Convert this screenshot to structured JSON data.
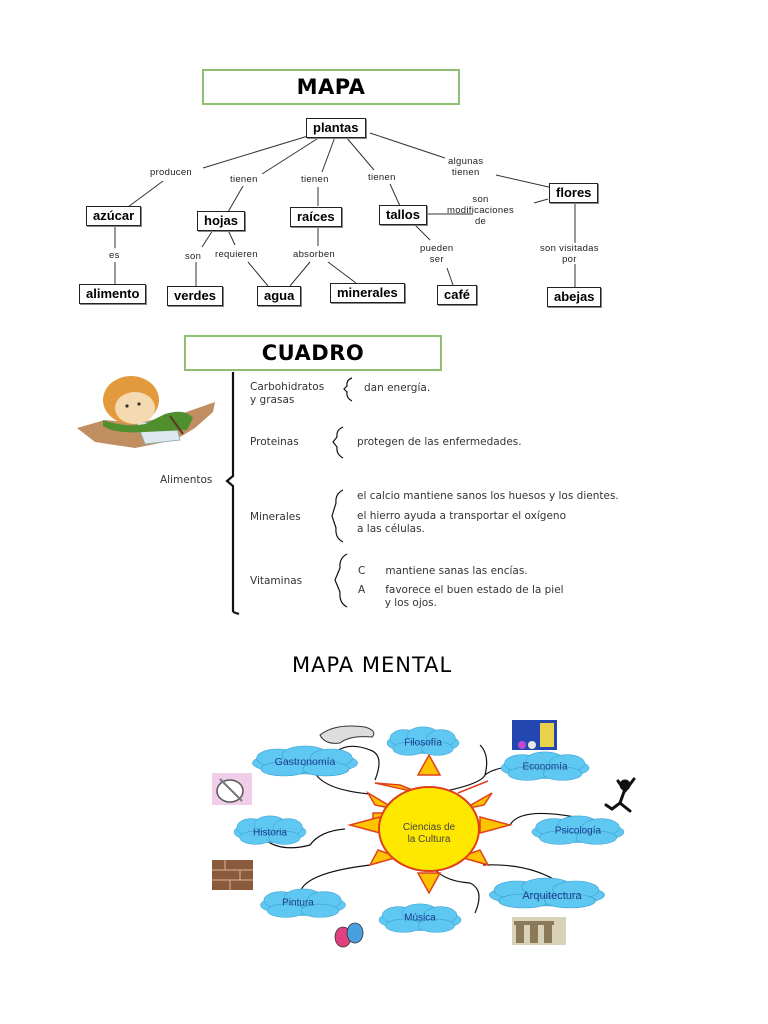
{
  "sections": {
    "mapa": {
      "title": "MAPA",
      "root": "plantas",
      "nodes": {
        "azucar": "azúcar",
        "hojas": "hojas",
        "raices": "raíces",
        "tallos": "tallos",
        "flores": "flores",
        "alimento": "alimento",
        "verdes": "verdes",
        "agua": "agua",
        "minerales": "minerales",
        "cafe": "café",
        "abejas": "abejas"
      },
      "links": {
        "producen": "producen",
        "tienen_hojas": "tienen",
        "tienen_raices": "tienen",
        "tienen_tallos": "tienen",
        "algunas_tienen": "algunas\ntienen",
        "son_modificaciones": "son\nmodificaciones\nde",
        "es": "es",
        "son": "son",
        "requieren": "requieren",
        "absorben": "absorben",
        "pueden_ser": "pueden\nser",
        "son_visitadas": "son visitadas\npor"
      }
    },
    "cuadro": {
      "title": "CUADRO",
      "root": "Alimentos",
      "rows": [
        {
          "category": "Carbohidratos\ny grasas",
          "items": [
            "dan energía."
          ]
        },
        {
          "category": "Proteinas",
          "items": [
            "protegen de las enfermedades."
          ]
        },
        {
          "category": "Minerales",
          "items": [
            "el calcio mantiene sanos los huesos y los dientes.",
            "el hierro ayuda a transportar el oxígeno\na las células."
          ]
        },
        {
          "category": "Vitaminas",
          "items": [
            "C      mantiene sanas las encías.",
            "A      favorece el buen estado de la piel\n        y los ojos."
          ]
        }
      ]
    },
    "mapa_mental": {
      "title": "MAPA MENTAL",
      "center": "Ciencias de\nla Cultura",
      "branches": [
        "Filosofía",
        "Gastronomía",
        "Economía",
        "Historia",
        "Psicología",
        "Pintura",
        "Música",
        "Arquitectura"
      ]
    }
  },
  "colors": {
    "title_border": "#8fbf72",
    "cloud": "#5ec8f2",
    "sun": "#ffe800",
    "sun_ray": "#ffc400",
    "sun_outline": "#e0401a",
    "cloud_text": "#1d3b8c"
  }
}
